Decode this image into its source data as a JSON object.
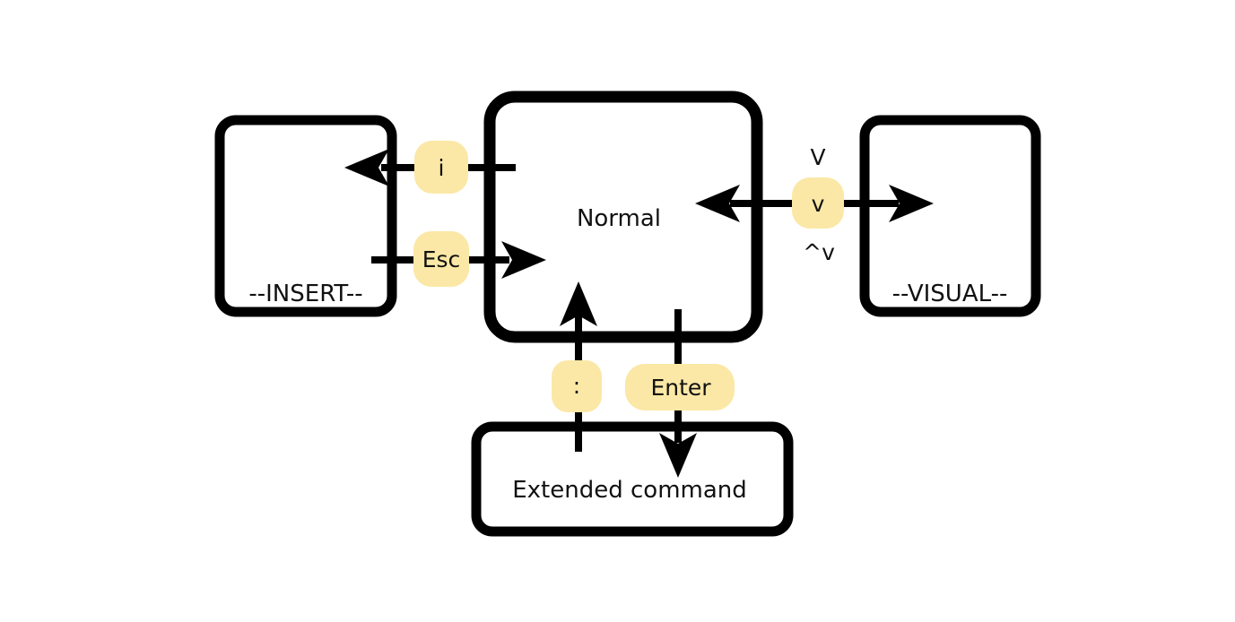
{
  "states": {
    "normal": "Normal",
    "insert": "--INSERT--",
    "visual": "--VISUAL--",
    "extended": "Extended command"
  },
  "transitions": {
    "to_insert": "i",
    "to_normal_from_insert": "Esc",
    "to_visual": "v",
    "to_visual_line": "V",
    "to_visual_block": "^v",
    "to_extended": ":",
    "to_normal_from_extended": "Enter"
  },
  "colors": {
    "key_pill": "#fbe8a6",
    "stroke": "#000000"
  }
}
